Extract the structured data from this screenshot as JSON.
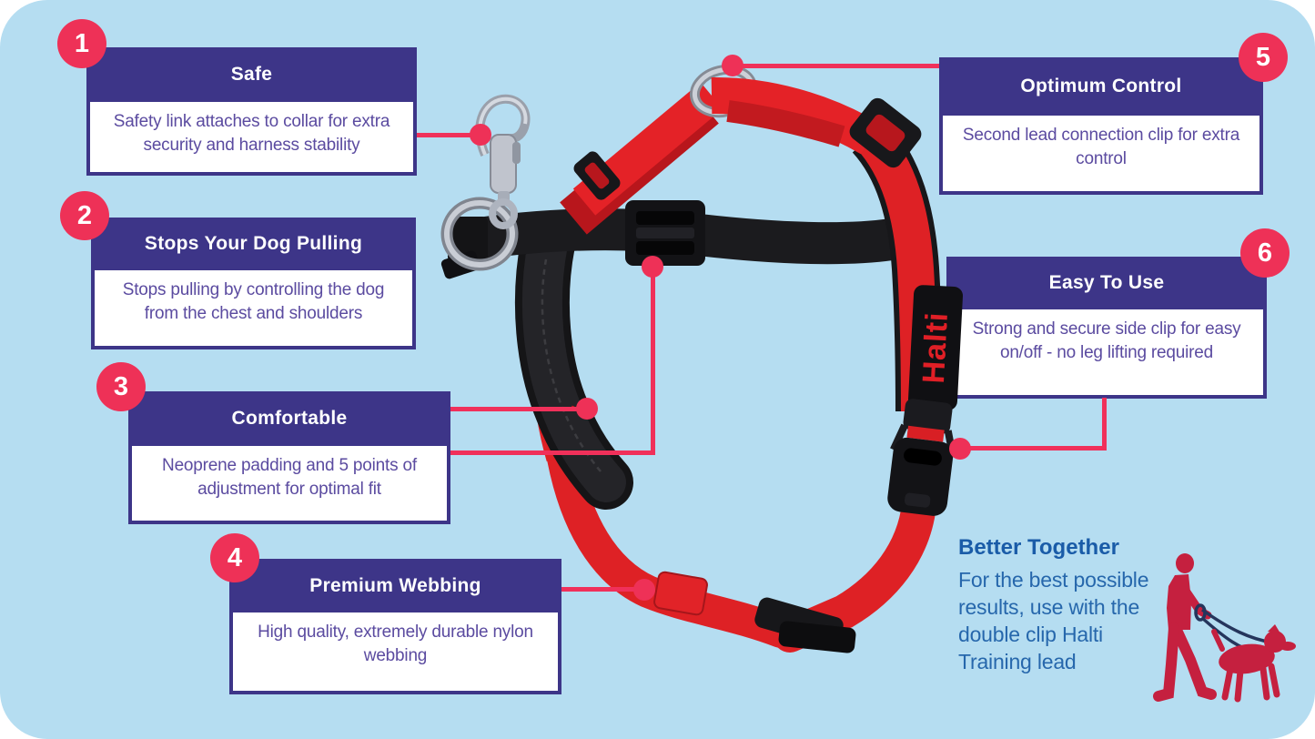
{
  "card": {
    "background": "#b5ddf1",
    "outer_background": "#ffffff"
  },
  "colors": {
    "header_purple": "#3d3588",
    "body_text_purple": "#5b4ba0",
    "badge_red": "#ee3157",
    "connector_red": "#f0305a",
    "harness_red": "#e02125",
    "strap_black": "#17171a",
    "metal_gray": "#c0c4cd",
    "info_blue": "#1a5ca8",
    "silhouette_red": "#c5203f"
  },
  "callouts": [
    {
      "number": "1",
      "title": "Safe",
      "body": "Safety link attaches to collar for extra security and harness stability"
    },
    {
      "number": "2",
      "title": "Stops Your Dog Pulling",
      "body": "Stops pulling by controlling the dog from the chest and shoulders"
    },
    {
      "number": "3",
      "title": "Comfortable",
      "body": "Neoprene padding and 5 points of adjustment for optimal fit"
    },
    {
      "number": "4",
      "title": "Premium Webbing",
      "body": "High quality, extremely durable nylon webbing"
    },
    {
      "number": "5",
      "title": "Optimum Control",
      "body": "Second lead connection clip for extra control"
    },
    {
      "number": "6",
      "title": "Easy To Use",
      "body": "Strong and secure side clip for easy on/off - no leg lifting required"
    }
  ],
  "better_together": {
    "heading": "Better Together",
    "body": "For the best possible results, use with the double clip Halti Training lead"
  },
  "harness": {
    "brand_label": "Halti"
  }
}
